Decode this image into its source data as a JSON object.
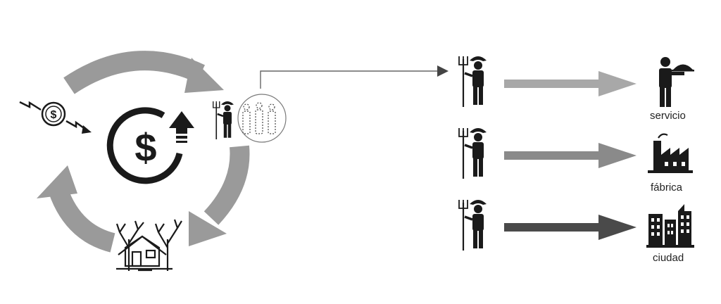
{
  "colors": {
    "cycle_arrow": "#9a9a9a",
    "icon": "#1a1a1a",
    "connector": "#666666",
    "arrow_servicio": "#a8a8a8",
    "arrow_fabrica": "#8a8a8a",
    "arrow_ciudad": "#4a4a4a"
  },
  "icons": [
    "falling-money-icon",
    "rising-dollar-icon",
    "farmer-group-icon",
    "abandoned-house-icon",
    "farmer-icon",
    "waiter-icon",
    "factory-icon",
    "city-icon"
  ],
  "destinations": [
    {
      "label": "servicio"
    },
    {
      "label": "fábrica"
    },
    {
      "label": "ciudad"
    }
  ]
}
